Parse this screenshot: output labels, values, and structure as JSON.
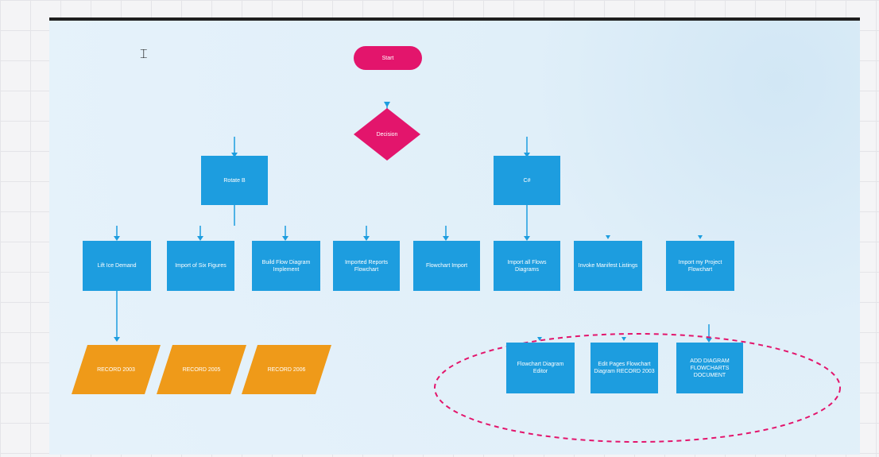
{
  "cursor_glyph": "⌶",
  "start": {
    "label": "Start"
  },
  "decision": {
    "label": "Decision"
  },
  "branch_left": {
    "label": "Rotate B"
  },
  "branch_right": {
    "label": "C#"
  },
  "processes": [
    {
      "label": "Lift Ice Demand"
    },
    {
      "label": "Import of Six Figures"
    },
    {
      "label": "Build Flow Diagram Implement"
    },
    {
      "label": "Imported Reports Flowchart"
    },
    {
      "label": "Flowchart Import"
    },
    {
      "label": "Import all Flows Diagrams"
    },
    {
      "label": "Invoke Manifest Listings"
    },
    {
      "label": "Import my Project Flowchart"
    }
  ],
  "outputs": [
    {
      "label": "RECORD 2003"
    },
    {
      "label": "RECORD 2005"
    },
    {
      "label": "RECORD 2006"
    }
  ],
  "group_boxes": [
    {
      "label": "Flowchart Diagram Editor"
    },
    {
      "label": "Edit Pages Flowchart Diagram RECORD 2003"
    },
    {
      "label": "ADD DIAGRAM FLOWCHARTS DOCUMENT"
    }
  ],
  "colors": {
    "start": "#e3156c",
    "decision": "#e3156c",
    "process": "#1d9ddf",
    "output": "#ef9a19",
    "group_ellipse": "#e3156c",
    "connector": "#1d9ddf"
  }
}
